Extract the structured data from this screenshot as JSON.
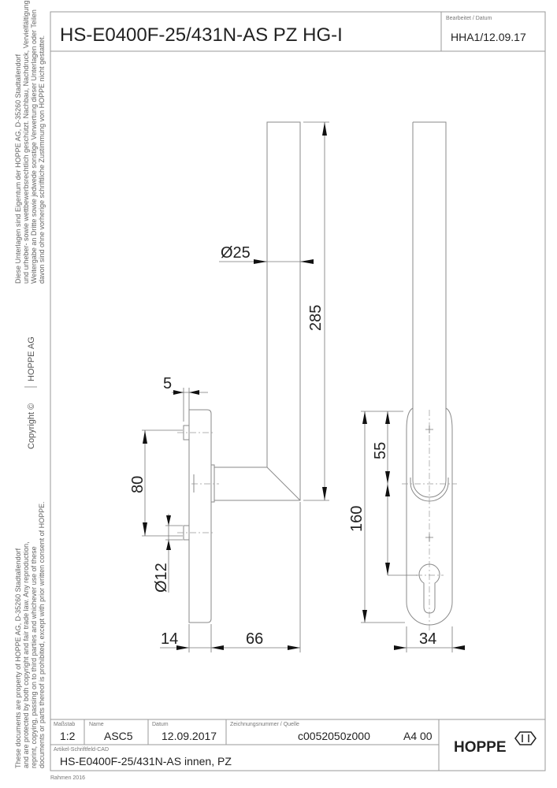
{
  "header": {
    "title": "HS-E0400F-25/431N-AS PZ HG-I",
    "edited_label": "Bearbeitet / Datum",
    "edited_value": "HHA1/12.09.17"
  },
  "margin": {
    "german_notice": [
      "Diese Unterlagen sind Eigentum der  HOPPE AG, D-35260 Stadtallendorf",
      "und urheber- sowie wettbewerbsrechtlich geschützt. Nachbau, Nachdruck, Vervielfältigung,",
      "Weitergabe an Dritte sowie jedwede sonstige Verwertung dieser Unterlagen oder Teilen",
      "davon sind ohne vorherige schriftliche Zustimmung von HOPPE nicht gestattet."
    ],
    "copyright": "Copyright ©",
    "company": "HOPPE  AG",
    "english_notice": [
      "These documents are property of HOPPE AG, D-35260 Stadtallendorf",
      "and are protected by both copyright and fair trade law. Any reproduction,",
      "reprint, copying, passing on to third parties and whichever use of these",
      "documents or parts thereof is prohibited, except with prior written consent of HOPPE."
    ]
  },
  "dimensions": {
    "handle_diameter": "Ø25",
    "handle_length": "285",
    "rose_offset": "5",
    "screw_spacing": "80",
    "screw_diameter": "Ø12",
    "plate_thickness": "14",
    "projection": "66",
    "handle_to_keyhole_top": "55",
    "plate_height": "160",
    "plate_width": "34"
  },
  "title_block": {
    "scale_label": "Maßstab",
    "scale_value": "1:2",
    "name_label": "Name",
    "name_value": "ASC5",
    "date_label": "Datum",
    "date_value": "12.09.2017",
    "drawing_label": "Zeichnungsnummer / Quelle",
    "drawing_value": "c0052050z000",
    "format_value": "A4 00",
    "article_label": "Artikel-Schriftfeld-CAD",
    "article_value": "HS-E0400F-25/431N-AS  innen, PZ",
    "logo": "HOPPE",
    "frame_note": "Rahmen 2016"
  }
}
